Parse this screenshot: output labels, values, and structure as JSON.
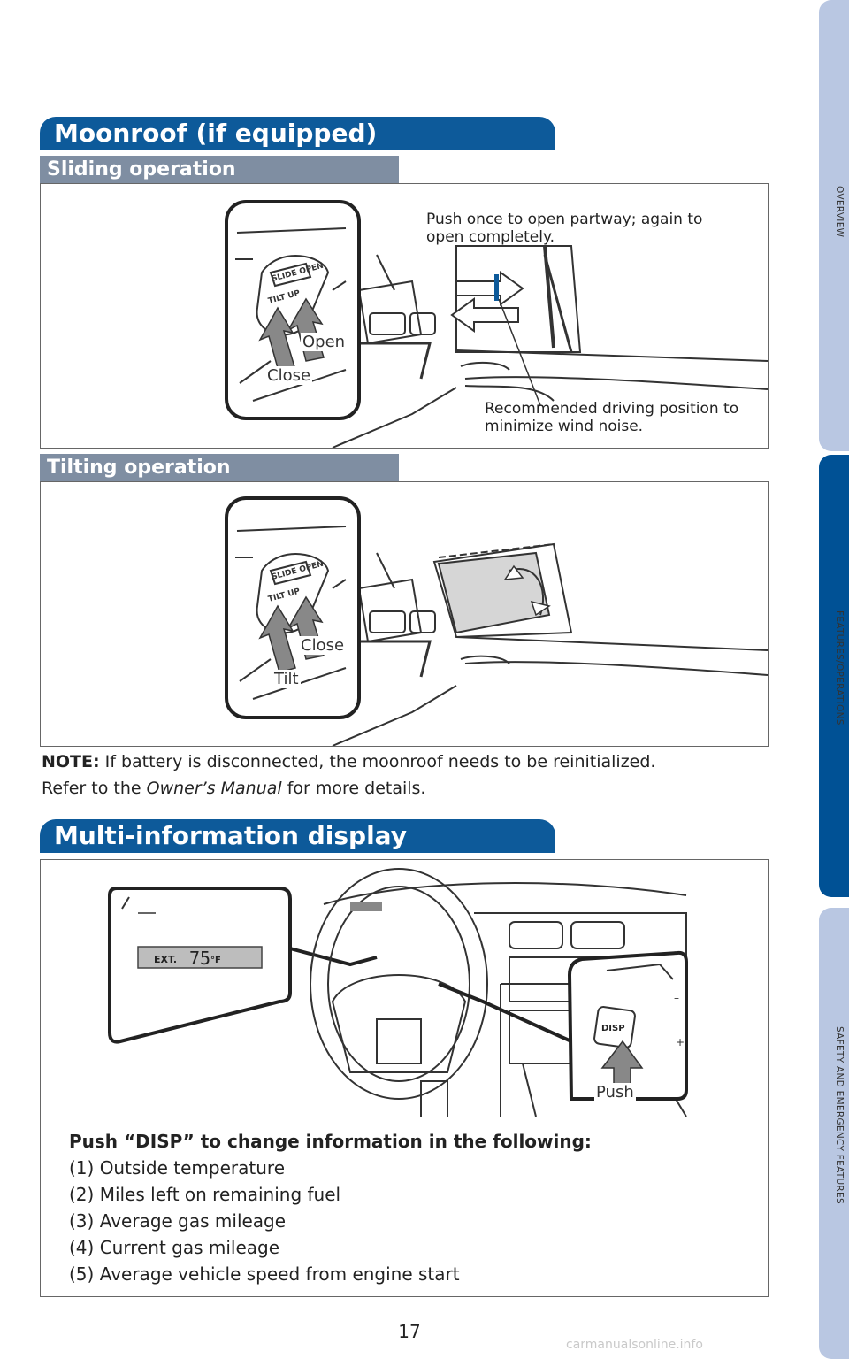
{
  "side_tabs": [
    "OVERVIEW",
    "FEATURES/OPERATIONS",
    "SAFETY AND EMERGENCY FEATURES"
  ],
  "moonroof": {
    "title": "Moonroof (if equipped)",
    "sliding": {
      "title": "Sliding operation",
      "caption": "Push once to open partway; again to open completely.",
      "label_open": "Open",
      "label_close": "Close",
      "callout": "Recommended driving position to minimize wind noise.",
      "button_text_top": "SLIDE OPEN",
      "button_text_bottom": "TILT UP"
    },
    "tilting": {
      "title": "Tilting operation",
      "label_close": "Close",
      "label_tilt": "Tilt",
      "button_text_top": "SLIDE OPEN",
      "button_text_bottom": "TILT UP"
    },
    "note_label": "NOTE:",
    "note_text": " If battery is disconnected, the moonroof needs to be reinitialized.",
    "note_line2_pre": "Refer to the ",
    "note_line2_em": "Owner’s Manual",
    "note_line2_post": " for more details."
  },
  "mid": {
    "title": "Multi-information display",
    "display_label": "EXT.",
    "display_value": "75",
    "display_unit": "°F",
    "button_label": "DISP",
    "push_label": "Push",
    "list_title": "Push “DISP” to change information in the following:",
    "items": [
      "(1) Outside temperature",
      "(2) Miles left on remaining fuel",
      "(3) Average gas mileage",
      "(4) Current gas mileage",
      "(5) Average vehicle speed from engine start"
    ]
  },
  "page_number": "17",
  "watermark": "carmanualsonline.info",
  "colors": {
    "header_blue": "#0d5a9a",
    "subheader_gray": "#7f8ea2",
    "tab_light": "#b9c7e2",
    "tab_dark": "#005195"
  }
}
